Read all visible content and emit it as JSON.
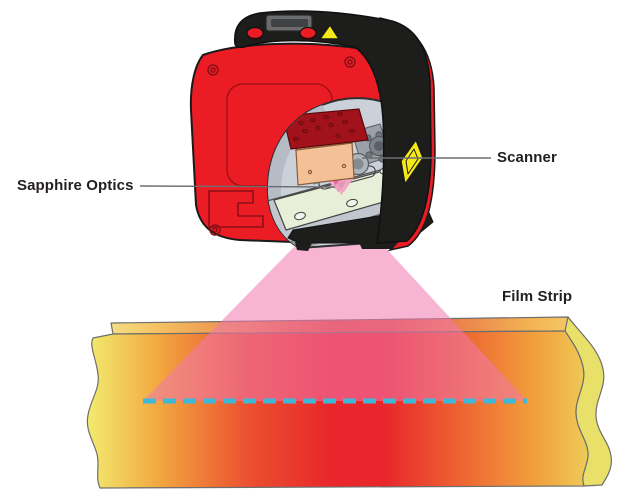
{
  "figure": {
    "type": "diagram",
    "description": "Laser scanner head projecting a fan-shaped beam onto a film strip; scan line shown dashed",
    "labels": {
      "sapphire_optics": "Sapphire Optics",
      "scanner": "Scanner",
      "film_strip": "Film Strip"
    },
    "icons": {
      "warning_triangle": "warning-triangle-icon",
      "warning_diamond": "laser-warning-diamond-icon",
      "display": "status-display",
      "buttons": "device-button",
      "screws": "screw-icon"
    },
    "colors": {
      "label_text": "#231f20",
      "leader_line": "#6d6e71",
      "device_red": "#ec1c24",
      "device_black": "#1d1d1b",
      "device_outline": "#1a1a1a",
      "panel_line_red": "#a31117",
      "interior_gray": "#cbd1d9",
      "interior_rim_gray": "#b6bcc5",
      "tray_gray": "#c2c7cf",
      "optics_plate_green": "#e7efd8",
      "pcb_red": "#a2121b",
      "sensor_peach": "#f4c196",
      "sensor_peach_top": "#f9d2a8",
      "lens_gray": "#aeb4bb",
      "gear_gray": "#7d838a",
      "beam_pink": "rgba(240,120,175,0.55)",
      "inner_beam_pink": "#f2a5c6",
      "spot_pink": "#f4aacb",
      "cyan_part": "#86d5e8",
      "scan_line_cyan": "#3cb9d8",
      "warning_yellow": "#f7e817",
      "button_red": "#ec1c24",
      "film_gradient": [
        "#f1e96d",
        "#f2a840",
        "#ec5030",
        "#e8262b",
        "#e8262b",
        "#ee6a33",
        "#f2a43d",
        "#ebe268"
      ],
      "film_top_gradient": [
        "#f3ec92",
        "#f4bd5c",
        "#e25042",
        "#e25042",
        "#f4ba55",
        "#eedf82"
      ],
      "film_side": "#e9e06a",
      "film_outline": "#6e6e6e"
    }
  }
}
